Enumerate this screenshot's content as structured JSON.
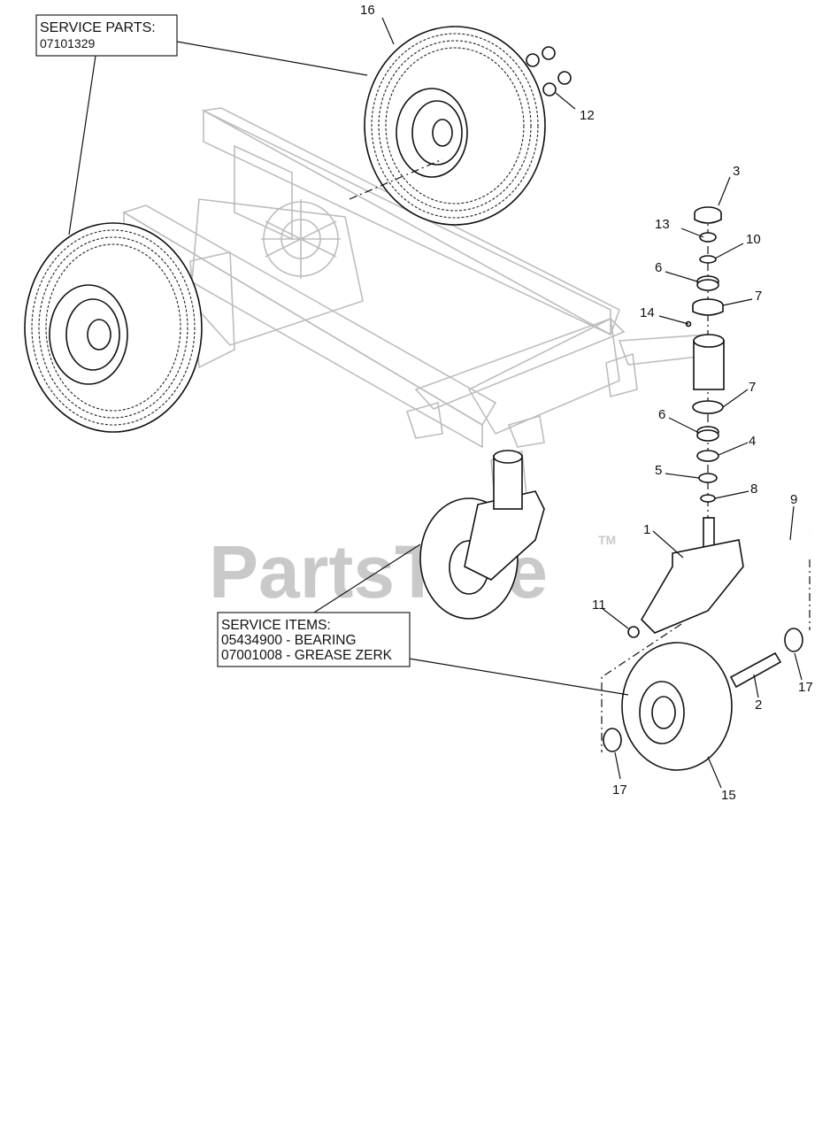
{
  "service_parts_box": {
    "heading": "SERVICE PARTS:",
    "part_number": "07101329"
  },
  "service_items_box": {
    "heading": "SERVICE ITEMS:",
    "items": [
      "05434900 - BEARING",
      "07001008 - GREASE ZERK"
    ]
  },
  "watermark": {
    "text": "PartsTree",
    "trademark": "TM"
  },
  "callouts": {
    "c1": "1",
    "c2": "2",
    "c3": "3",
    "c4": "4",
    "c5": "5",
    "c6a": "6",
    "c6b": "6",
    "c7a": "7",
    "c7b": "7",
    "c8": "8",
    "c9": "9",
    "c10": "10",
    "c11": "11",
    "c12": "12",
    "c13": "13",
    "c14": "14",
    "c15": "15",
    "c16": "16",
    "c17a": "17",
    "c17b": "17"
  }
}
